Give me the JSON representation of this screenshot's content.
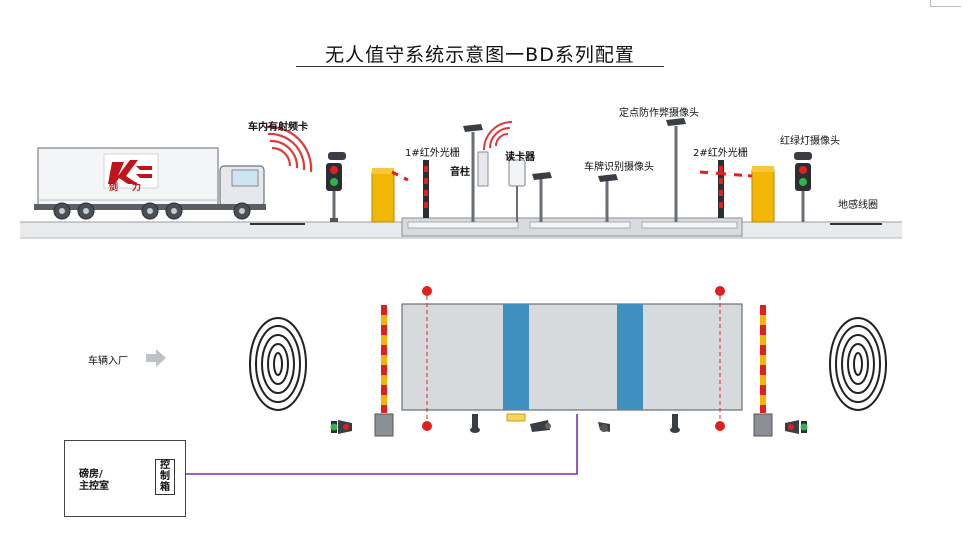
{
  "title": "无人值守系统示意图一BD系列配置",
  "labels": {
    "rfid_in_vehicle": "车内有射频卡",
    "ir_grating_1": "1#红外光栅",
    "speaker_pole": "音柱",
    "card_reader": "读卡器",
    "fixed_antifraud_camera": "定点防作弊摄像头",
    "plate_camera": "车牌识别摄像头",
    "ir_grating_2": "2#红外光栅",
    "traffic_light_camera": "红绿灯摄像头",
    "ground_loop": "地感线圈",
    "vehicle_entry": "车辆入厂",
    "control_room_line1": "磅房/",
    "control_room_line2": "主控室",
    "control_box": "控制箱"
  },
  "truck_logo_text": "剑力",
  "colors": {
    "truck_logo": "#c0141c",
    "barrier": "#f2b705",
    "cable": "#7a2fb5",
    "scale_stripe": "#3f8fbf",
    "grating_dot": "#e02020",
    "rfid_waves": "#e03a3a"
  },
  "icons": [
    "truck-icon",
    "rfid-wave-icon",
    "traffic-light-icon",
    "barrier-gate-icon",
    "camera-icon",
    "speaker-icon",
    "card-reader-icon",
    "ground-loop-icon",
    "arrow-right-icon"
  ]
}
